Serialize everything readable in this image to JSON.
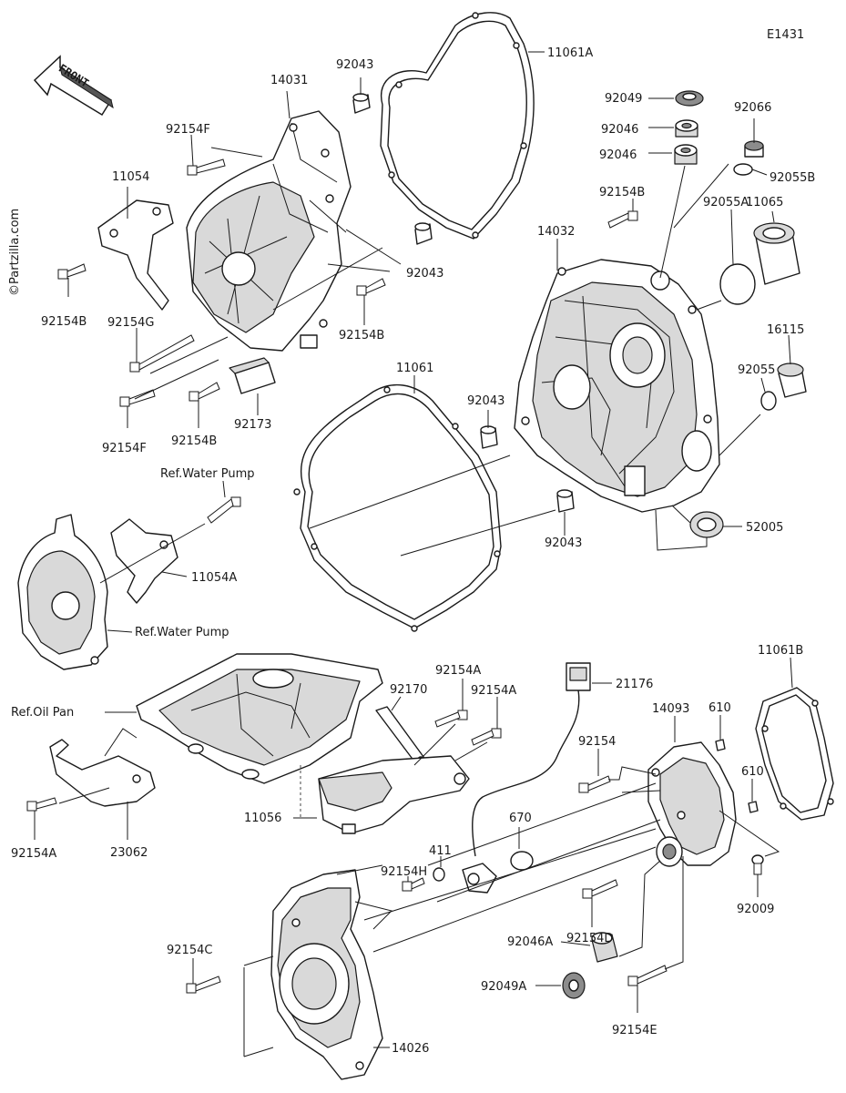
{
  "diagram_id": "E1431",
  "watermark": "©Partzilla.com",
  "front_badge": "FRONT",
  "labels": {
    "p11061A": "11061A",
    "p14031": "14031",
    "p92043_a": "92043",
    "p92154F_a": "92154F",
    "p11054": "11054",
    "p92154B_a": "92154B",
    "p92154G": "92154G",
    "p92154F_b": "92154F",
    "p92154B_b": "92154B",
    "p92173": "92173",
    "p92043_b": "92043",
    "p92154B_c": "92154B",
    "p92049": "92049",
    "p92046_a": "92046",
    "p92046_b": "92046",
    "p92066": "92066",
    "p92055B": "92055B",
    "p92154B_d": "92154B",
    "p14032": "14032",
    "p11065": "11065",
    "p92055A": "92055A",
    "p16115": "16115",
    "p92055": "92055",
    "p11061": "11061",
    "p92043_c": "92043",
    "p92043_d": "92043",
    "p52005": "52005",
    "ref_water_pump_a": "Ref.Water Pump",
    "p11054A": "11054A",
    "ref_water_pump_b": "Ref.Water Pump",
    "p92154A_a": "92154A",
    "p92170": "92170",
    "p92154A_b": "92154A",
    "ref_oil_pan": "Ref.Oil Pan",
    "p21176": "21176",
    "p11061B": "11061B",
    "p14093": "14093",
    "p610_a": "610",
    "p610_b": "610",
    "p92154": "92154",
    "p11056": "11056",
    "p92154A_c": "92154A",
    "p23062": "23062",
    "p670": "670",
    "p411": "411",
    "p92154H": "92154H",
    "p92009": "92009",
    "p92154D": "92154D",
    "p92154C": "92154C",
    "p92046A": "92046A",
    "p92049A": "92049A",
    "p92154E": "92154E",
    "p14026": "14026"
  }
}
